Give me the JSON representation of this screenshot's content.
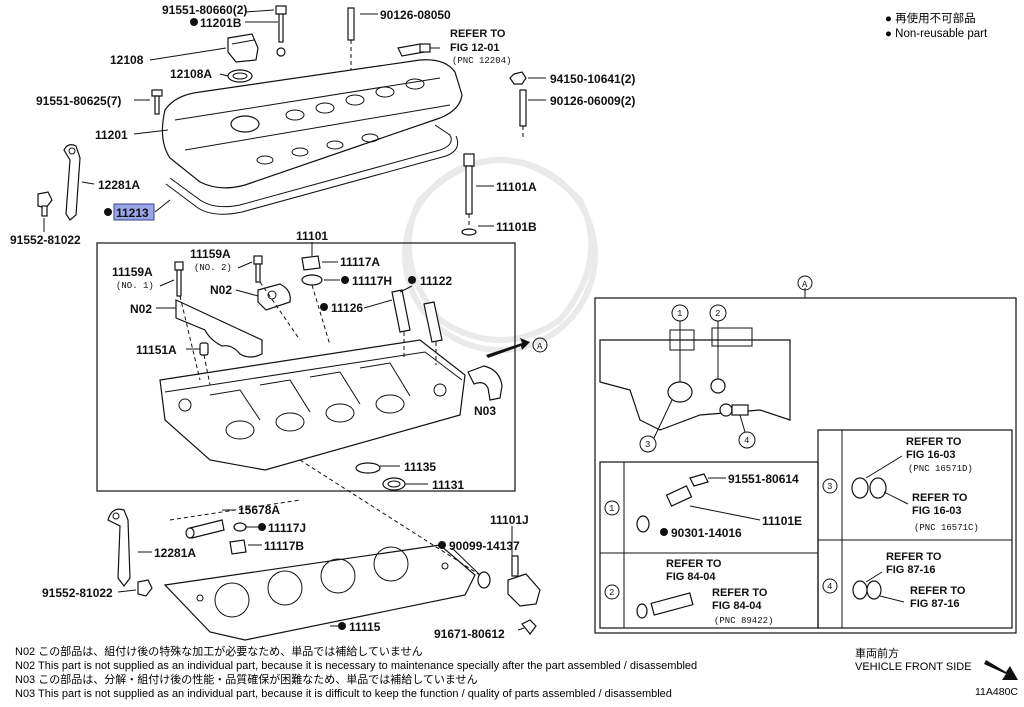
{
  "legend": {
    "jp": "再使用不可部品",
    "en": "Non-reusable part"
  },
  "labels": {
    "p91551_80660": "91551-80660(2)",
    "p11201B": "11201B",
    "p90126_08050": "90126-08050",
    "p12108": "12108",
    "p12108A": "12108A",
    "refer_fig12": "REFER TO",
    "refer_fig12_b": "FIG 12-01",
    "refer_fig12_pnc": "(PNC 12204)",
    "p94150": "94150-10641(2)",
    "p90126_06009": "90126-06009(2)",
    "p91551_80625": "91551-80625(7)",
    "p11201": "11201",
    "p12281A_top": "12281A",
    "p11213": "11213",
    "p91552_top": "91552-81022",
    "p11101A": "11101A",
    "p11101B": "11101B",
    "p11101": "11101",
    "p11159A_no2": "11159A",
    "no2": "(NO. 2)",
    "p11159A_no1": "11159A",
    "no1": "(NO. 1)",
    "p11117A": "11117A",
    "p11117H": "11117H",
    "p11122": "11122",
    "N02_a": "N02",
    "N02_b": "N02",
    "p11126": "11126",
    "p11151A": "11151A",
    "N03": "N03",
    "p11135": "11135",
    "p11131": "11131",
    "p15678A": "15678A",
    "p11117J": "11117J",
    "p11117B": "11117B",
    "p11101J": "11101J",
    "p90099": "90099-14137",
    "p12281A_bot": "12281A",
    "p91552_bot": "91552-81022",
    "p11115": "11115",
    "p91671": "91671-80612",
    "A_callout": "A",
    "A_panel": "A",
    "p91551_80614": "91551-80614",
    "p90301": "90301-14016",
    "p11101E": "11101E",
    "r2_refer1": "REFER TO",
    "r2_fig1": "FIG 84-04",
    "r2_refer2": "REFER TO",
    "r2_fig2": "FIG 84-04",
    "r2_pnc": "(PNC 89422)",
    "r3_refer1": "REFER TO",
    "r3_fig1": "FIG 16-03",
    "r3_pnc1": "(PNC 16571D)",
    "r3_refer2": "REFER TO",
    "r3_fig2": "FIG 16-03",
    "r3_pnc2": "(PNC 16571C)",
    "r4_refer1": "REFER TO",
    "r4_fig1": "FIG 87-16",
    "r4_refer2": "REFER TO",
    "r4_fig2": "FIG 87-16",
    "c1": "1",
    "c2": "2",
    "c3": "3",
    "c4": "4",
    "r1": "1",
    "r2": "2",
    "r3": "3",
    "r4": "4"
  },
  "notes": [
    "N02  この部品は、組付け後の特殊な加工が必要なため、単品では補給していません",
    "N02  This part is not supplied as an individual part, because it is necessary to maintenance specially after the part assembled / disassembled",
    "N03  この部品は、分解・組付け後の性能・品質確保が困難なため、単品では補給していません",
    "N03  This part is not supplied as an individual part, because it is difficult to keep the function / quality of parts  assembled / disassembled"
  ],
  "vehicle_front": {
    "jp": "車両前方",
    "en": "VEHICLE FRONT SIDE"
  },
  "figure_code": "11A480C",
  "colors": {
    "highlight": "#9aa6e8",
    "ink": "#111111"
  }
}
